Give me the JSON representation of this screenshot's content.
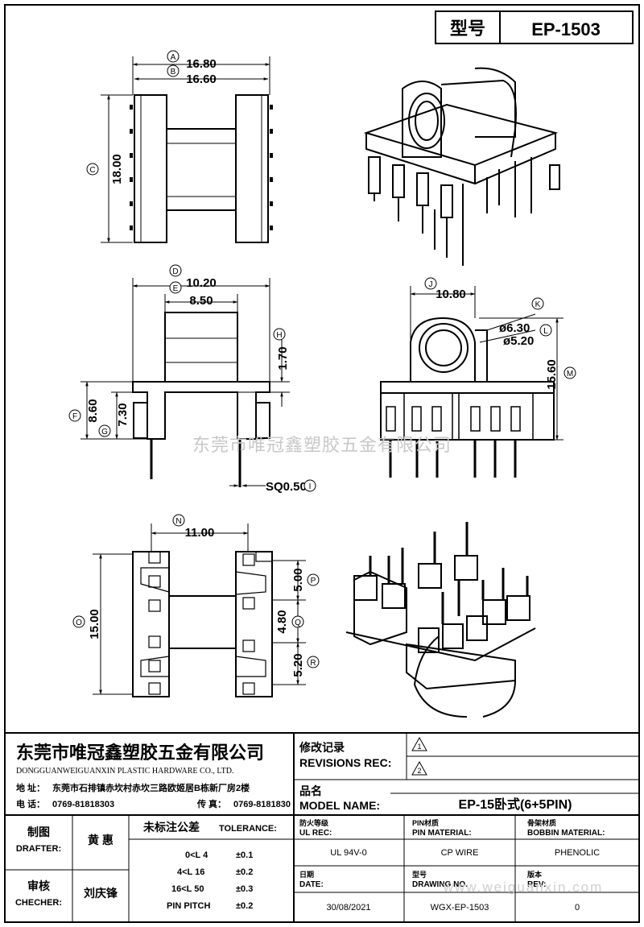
{
  "header": {
    "model_label": "型号",
    "model_value": "EP-1503"
  },
  "dimensions": {
    "A": {
      "letter": "A",
      "value": "16.80"
    },
    "B": {
      "letter": "B",
      "value": "16.60"
    },
    "C": {
      "letter": "C",
      "value": "18.00"
    },
    "D": {
      "letter": "D",
      "value": "10.20"
    },
    "E": {
      "letter": "E",
      "value": "8.50"
    },
    "H": {
      "letter": "H",
      "value": "1.70"
    },
    "F": {
      "letter": "F",
      "value": "8.60"
    },
    "G": {
      "letter": "G",
      "value": "7.30"
    },
    "I": {
      "letter": "I",
      "value": "SQ0.50"
    },
    "J": {
      "letter": "J",
      "value": "10.80"
    },
    "K": {
      "letter": "K",
      "value": "ø6.30"
    },
    "L": {
      "letter": "L",
      "value": "ø5.20"
    },
    "M": {
      "letter": "M",
      "value": "15.60"
    },
    "N": {
      "letter": "N",
      "value": "11.00"
    },
    "O": {
      "letter": "O",
      "value": "15.00"
    },
    "P": {
      "letter": "P",
      "value": "5.00"
    },
    "Q": {
      "letter": "Q",
      "value": "4.80"
    },
    "R": {
      "letter": "R",
      "value": "5.20"
    }
  },
  "watermark": {
    "company": "东莞市唯冠鑫塑胶五金有限公司",
    "website": "www.weiguanxin.com"
  },
  "company": {
    "name_cn": "东莞市唯冠鑫塑胶五金有限公司",
    "name_en": "DONGGUANWEIGUANXIN PLASTIC HARDWARE CO., LTD.",
    "address_label": "地  址：",
    "address": "东莞市石排镇赤坎村赤坎三路欧姬居B栋新厂房2楼",
    "phone_label": "电  话：",
    "phone": "0769-81818303",
    "fax_label": "传  真：",
    "fax": "0769-8181830"
  },
  "revisions": {
    "label_cn": "修改记录",
    "label_en": "REVISIONS REC:",
    "rev1": "1",
    "rev2": "2"
  },
  "model_name": {
    "label_cn": "品名",
    "label_en": "MODEL NAME:",
    "value": "EP-15卧式(6+5PIN)"
  },
  "drafter": {
    "label_cn": "制图",
    "label_en": "DRAFTER:",
    "name": "黄  惠"
  },
  "checker": {
    "label_cn": "审核",
    "label_en": "CHECHER:",
    "name": "刘庆锋"
  },
  "tolerance": {
    "title_cn": "未标注公差",
    "title_en": "TOLERANCE:",
    "rows": [
      {
        "range": "0<L   4",
        "tol": "±0.1"
      },
      {
        "range": "4<L   16",
        "tol": "±0.2"
      },
      {
        "range": "16<L   50",
        "tol": "±0.3"
      },
      {
        "range": "PIN PITCH",
        "tol": "±0.2"
      }
    ]
  },
  "specs": {
    "ul_label_cn": "防火等级",
    "ul_label_en": "UL REC:",
    "ul_value": "UL 94V-0",
    "pin_label_cn": "PIN材质",
    "pin_label_en": "PIN MATERIAL:",
    "pin_value": "CP WIRE",
    "bobbin_label_cn": "骨架材质",
    "bobbin_label_en": "BOBBIN MATERIAL:",
    "bobbin_value": "PHENOLIC",
    "date_label_cn": "日期",
    "date_label_en": "DATE:",
    "date_value": "30/08/2021",
    "drawing_label_cn": "型号",
    "drawing_label_en": "DRAWING NO.",
    "drawing_value": "WGX-EP-1503",
    "rev_label_cn": "版本",
    "rev_label_en": "REV:",
    "rev_value": "0"
  }
}
